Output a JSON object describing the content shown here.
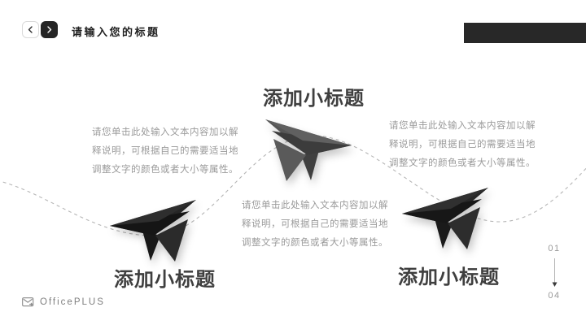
{
  "header": {
    "title": "请输入您的标题"
  },
  "nav": {
    "prev_icon": "chevron-left-icon",
    "next_icon": "chevron-right-icon"
  },
  "headings": {
    "top": "添加小标题",
    "bottom_left": "添加小标题",
    "bottom_right": "添加小标题"
  },
  "body_text": {
    "lines": [
      "请您单击此处输入文本内容加以解",
      "释说明，可根据自己的需要适当地",
      "调整文字的颜色或者大小等属性。"
    ]
  },
  "footer": {
    "brand": "OfficePLUS",
    "page_current": "01",
    "page_total": "04",
    "brand_icon": "envelope-icon",
    "arrow_icon": "arrow-down-icon"
  },
  "colors": {
    "accent_bar": "#282828",
    "heading": "#3f3f3f",
    "body": "#9b9b9b",
    "dashed_line": "#b5b5b5",
    "plane_dark": "#222222",
    "plane_gray": "#545454"
  }
}
